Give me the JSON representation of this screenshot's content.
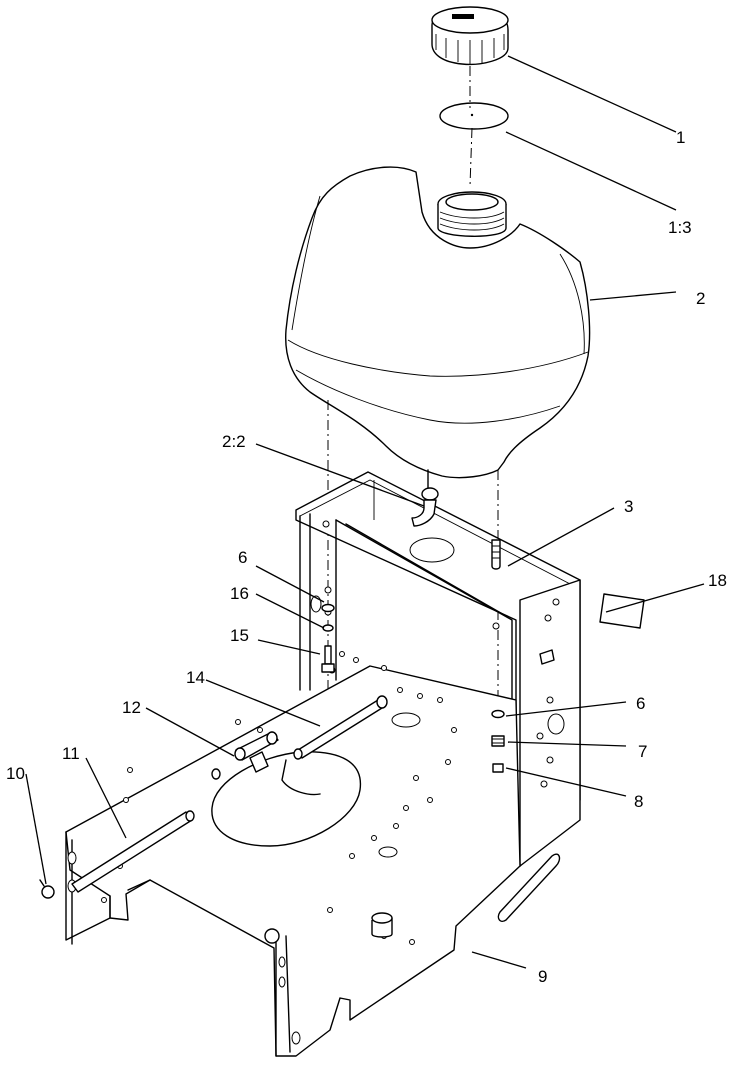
{
  "callouts": [
    {
      "id": "c1",
      "text": "1"
    },
    {
      "id": "c1-3",
      "text": "1:3"
    },
    {
      "id": "c2",
      "text": "2"
    },
    {
      "id": "c2-2",
      "text": "2:2"
    },
    {
      "id": "c3",
      "text": "3"
    },
    {
      "id": "c6a",
      "text": "6"
    },
    {
      "id": "c16",
      "text": "16"
    },
    {
      "id": "c15",
      "text": "15"
    },
    {
      "id": "c18",
      "text": "18"
    },
    {
      "id": "c14",
      "text": "14"
    },
    {
      "id": "c12",
      "text": "12"
    },
    {
      "id": "c11",
      "text": "11"
    },
    {
      "id": "c10",
      "text": "10"
    },
    {
      "id": "c6b",
      "text": "6"
    },
    {
      "id": "c7",
      "text": "7"
    },
    {
      "id": "c8",
      "text": "8"
    },
    {
      "id": "c9",
      "text": "9"
    }
  ]
}
